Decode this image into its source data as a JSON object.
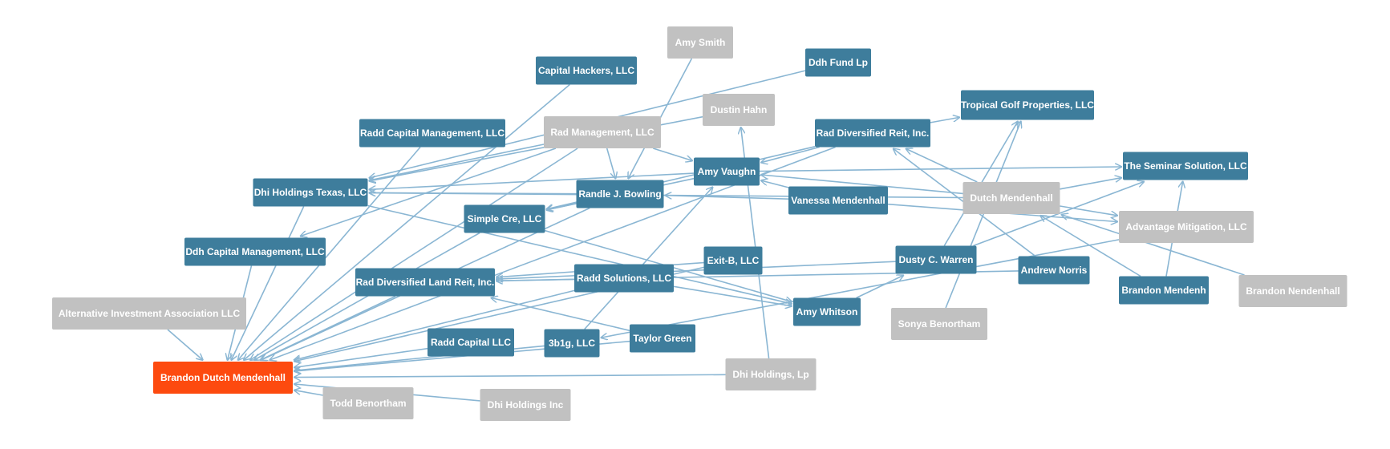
{
  "graph": {
    "colors": {
      "entity": "#3e7d9c",
      "person": "#c1c1c1",
      "focus": "#fd4a0f",
      "edge": "#8ab6d3",
      "label": "#ffffff"
    },
    "nodes": [
      {
        "id": "amy-smith",
        "label": "Amy Smith",
        "kind": "person"
      },
      {
        "id": "capital-hackers",
        "label": "Capital Hackers, LLC",
        "kind": "entity"
      },
      {
        "id": "ddh-fund",
        "label": "Ddh Fund Lp",
        "kind": "entity"
      },
      {
        "id": "dustin-hahn",
        "label": "Dustin Hahn",
        "kind": "person"
      },
      {
        "id": "tropical-golf",
        "label": "Tropical Golf Properties, LLC",
        "kind": "entity"
      },
      {
        "id": "radd-capital-mgmt",
        "label": "Radd Capital Management, LLC",
        "kind": "entity"
      },
      {
        "id": "rad-management",
        "label": "Rad Management, LLC",
        "kind": "person"
      },
      {
        "id": "rad-diversified-reit",
        "label": "Rad Diversified Reit, Inc.",
        "kind": "entity"
      },
      {
        "id": "seminar-solution",
        "label": "The Seminar Solution, LLC",
        "kind": "entity"
      },
      {
        "id": "amy-vaughn",
        "label": "Amy Vaughn",
        "kind": "entity"
      },
      {
        "id": "dhi-holdings-texas",
        "label": "Dhi Holdings Texas, LLC",
        "kind": "entity"
      },
      {
        "id": "randle-bowling",
        "label": "Randle J. Bowling",
        "kind": "entity"
      },
      {
        "id": "vanessa-mendenhall",
        "label": "Vanessa Mendenhall",
        "kind": "entity"
      },
      {
        "id": "dutch-mendenhall",
        "label": "Dutch Mendenhall",
        "kind": "person"
      },
      {
        "id": "simple-cre",
        "label": "Simple Cre, LLC",
        "kind": "entity"
      },
      {
        "id": "advantage-mitigation",
        "label": "Advantage Mitigation, LLC",
        "kind": "person"
      },
      {
        "id": "ddh-capital-mgmt",
        "label": "Ddh Capital Management, LLC",
        "kind": "entity"
      },
      {
        "id": "exit-b",
        "label": "Exit-B, LLC",
        "kind": "entity"
      },
      {
        "id": "dusty-warren",
        "label": "Dusty C. Warren",
        "kind": "entity"
      },
      {
        "id": "andrew-norris",
        "label": "Andrew Norris",
        "kind": "entity"
      },
      {
        "id": "rad-land-reit",
        "label": "Rad Diversified Land Reit, Inc.",
        "kind": "entity"
      },
      {
        "id": "radd-solutions",
        "label": "Radd Solutions, LLC",
        "kind": "entity"
      },
      {
        "id": "brandon-mendenh",
        "label": "Brandon Mendenh",
        "kind": "entity"
      },
      {
        "id": "brandon-nendenhall",
        "label": "Brandon Nendenhall",
        "kind": "person"
      },
      {
        "id": "alt-investment",
        "label": "Alternative Investment Association LLC",
        "kind": "person"
      },
      {
        "id": "amy-whitson",
        "label": "Amy Whitson",
        "kind": "entity"
      },
      {
        "id": "sonya-benortham",
        "label": "Sonya Benortham",
        "kind": "person"
      },
      {
        "id": "radd-capital",
        "label": "Radd Capital LLC",
        "kind": "entity"
      },
      {
        "id": "3b1g",
        "label": "3b1g, LLC",
        "kind": "entity"
      },
      {
        "id": "taylor-green",
        "label": "Taylor Green",
        "kind": "entity"
      },
      {
        "id": "dhi-holdings-lp",
        "label": "Dhi Holdings, Lp",
        "kind": "person"
      },
      {
        "id": "brandon-dutch",
        "label": "Brandon Dutch Mendenhall",
        "kind": "focus"
      },
      {
        "id": "todd-benortham",
        "label": "Todd Benortham",
        "kind": "person"
      },
      {
        "id": "dhi-holdings-inc",
        "label": "Dhi Holdings Inc",
        "kind": "person"
      }
    ],
    "edges": [
      {
        "from": "alt-investment",
        "to": "brandon-dutch"
      },
      {
        "from": "ddh-capital-mgmt",
        "to": "brandon-dutch"
      },
      {
        "from": "dhi-holdings-texas",
        "to": "brandon-dutch"
      },
      {
        "from": "radd-capital-mgmt",
        "to": "brandon-dutch"
      },
      {
        "from": "capital-hackers",
        "to": "brandon-dutch"
      },
      {
        "from": "rad-management",
        "to": "brandon-dutch"
      },
      {
        "from": "randle-bowling",
        "to": "brandon-dutch"
      },
      {
        "from": "simple-cre",
        "to": "brandon-dutch"
      },
      {
        "from": "rad-land-reit",
        "to": "brandon-dutch"
      },
      {
        "from": "radd-solutions",
        "to": "brandon-dutch"
      },
      {
        "from": "exit-b",
        "to": "brandon-dutch"
      },
      {
        "from": "radd-capital",
        "to": "brandon-dutch"
      },
      {
        "from": "3b1g",
        "to": "brandon-dutch"
      },
      {
        "from": "taylor-green",
        "to": "brandon-dutch"
      },
      {
        "from": "todd-benortham",
        "to": "brandon-dutch"
      },
      {
        "from": "dhi-holdings-lp",
        "to": "brandon-dutch"
      },
      {
        "from": "rad-diversified-reit",
        "to": "brandon-dutch"
      },
      {
        "from": "amy-smith",
        "to": "randle-bowling"
      },
      {
        "from": "ddh-fund",
        "to": "dhi-holdings-texas"
      },
      {
        "from": "dustin-hahn",
        "to": "dhi-holdings-texas"
      },
      {
        "from": "rad-management",
        "to": "ddh-capital-mgmt"
      },
      {
        "from": "rad-management",
        "to": "amy-vaughn"
      },
      {
        "from": "rad-management",
        "to": "randle-bowling"
      },
      {
        "from": "randle-bowling",
        "to": "simple-cre"
      },
      {
        "from": "amy-vaughn",
        "to": "simple-cre"
      },
      {
        "from": "rad-diversified-reit",
        "to": "amy-vaughn"
      },
      {
        "from": "rad-diversified-reit",
        "to": "simple-cre"
      },
      {
        "from": "rad-diversified-reit",
        "to": "tropical-golf"
      },
      {
        "from": "dutch-mendenhall",
        "to": "rad-diversified-reit"
      },
      {
        "from": "dutch-mendenhall",
        "to": "seminar-solution"
      },
      {
        "from": "dutch-mendenhall",
        "to": "advantage-mitigation"
      },
      {
        "from": "dutch-mendenhall",
        "to": "amy-vaughn"
      },
      {
        "from": "dutch-mendenhall",
        "to": "dhi-holdings-texas"
      },
      {
        "from": "vanessa-mendenhall",
        "to": "randle-bowling"
      },
      {
        "from": "vanessa-mendenhall",
        "to": "advantage-mitigation"
      },
      {
        "from": "vanessa-mendenhall",
        "to": "amy-vaughn"
      },
      {
        "from": "amy-vaughn",
        "to": "seminar-solution"
      },
      {
        "from": "amy-vaughn",
        "to": "dhi-holdings-texas"
      },
      {
        "from": "dhi-holdings-texas",
        "to": "amy-whitson"
      },
      {
        "from": "dusty-warren",
        "to": "tropical-golf"
      },
      {
        "from": "dusty-warren",
        "to": "seminar-solution"
      },
      {
        "from": "dusty-warren",
        "to": "rad-land-reit"
      },
      {
        "from": "andrew-norris",
        "to": "rad-diversified-reit"
      },
      {
        "from": "andrew-norris",
        "to": "rad-land-reit"
      },
      {
        "from": "brandon-mendenh",
        "to": "seminar-solution"
      },
      {
        "from": "brandon-mendenh",
        "to": "dutch-mendenhall"
      },
      {
        "from": "brandon-nendenhall",
        "to": "dutch-mendenhall"
      },
      {
        "from": "radd-solutions",
        "to": "rad-land-reit"
      },
      {
        "from": "radd-solutions",
        "to": "amy-whitson"
      },
      {
        "from": "simple-cre",
        "to": "amy-whitson"
      },
      {
        "from": "taylor-green",
        "to": "rad-land-reit"
      },
      {
        "from": "3b1g",
        "to": "amy-vaughn"
      },
      {
        "from": "advantage-mitigation",
        "to": "3b1g"
      },
      {
        "from": "sonya-benortham",
        "to": "tropical-golf"
      },
      {
        "from": "dhi-holdings-lp",
        "to": "dustin-hahn"
      },
      {
        "from": "exit-b",
        "to": "rad-land-reit"
      },
      {
        "from": "amy-whitson",
        "to": "dusty-warren"
      },
      {
        "from": "dhi-holdings-inc",
        "to": "brandon-dutch"
      },
      {
        "from": "randle-bowling",
        "to": "dhi-holdings-texas"
      },
      {
        "from": "rad-management",
        "to": "dhi-holdings-texas"
      }
    ]
  }
}
